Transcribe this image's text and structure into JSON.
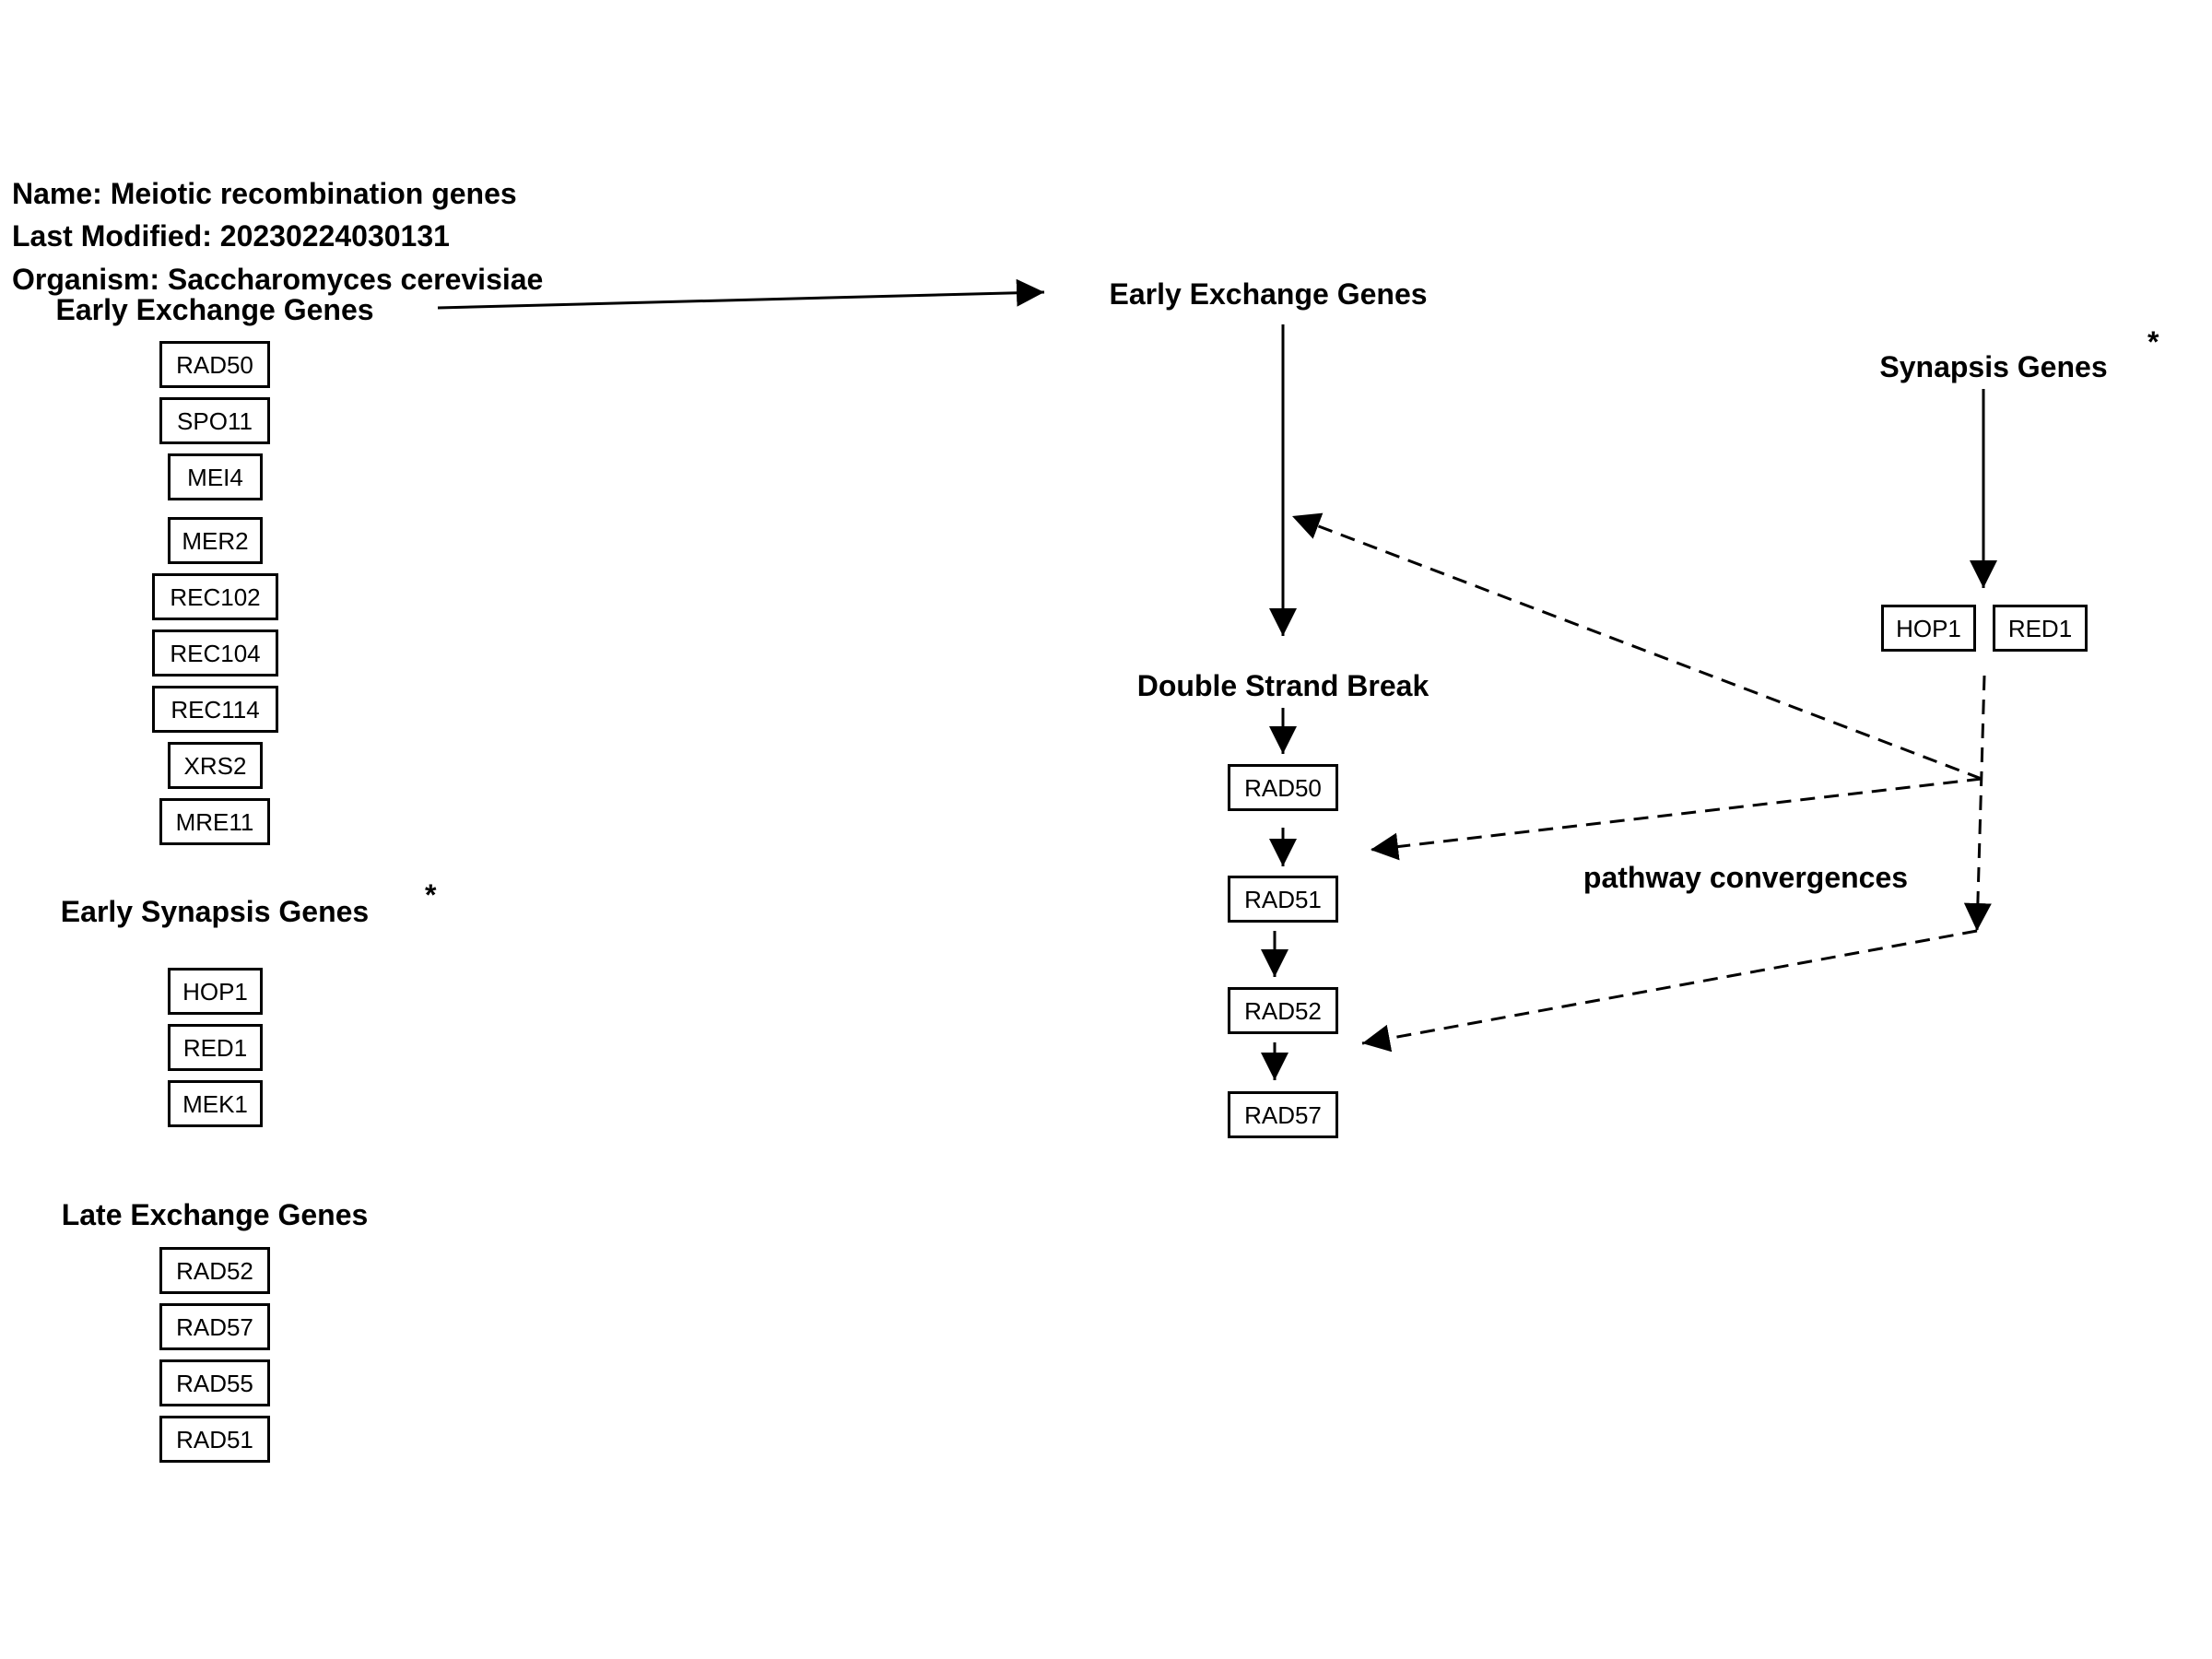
{
  "meta": {
    "name": "Name: Meiotic recombination genes",
    "last_modified": "Last Modified: 20230224030131",
    "organism": "Organism: Saccharomyces cerevisiae"
  },
  "left": {
    "early_exchange": {
      "title": "Early Exchange Genes",
      "genes": [
        "RAD50",
        "SPO11",
        "MEI4",
        "MER2",
        "REC102",
        "REC104",
        "REC114",
        "XRS2",
        "MRE11"
      ]
    },
    "early_synapsis": {
      "title": "Early Synapsis Genes",
      "marker": "*",
      "genes": [
        "HOP1",
        "RED1",
        "MEK1"
      ]
    },
    "late_exchange": {
      "title": "Late Exchange Genes",
      "genes": [
        "RAD52",
        "RAD57",
        "RAD55",
        "RAD51"
      ]
    }
  },
  "pathway": {
    "early_exchange_title": "Early Exchange Genes",
    "synapsis_title": "Synapsis Genes",
    "synapsis_marker": "*",
    "dsb_title": "Double Strand Break",
    "convergence_label": "pathway convergences",
    "chain": [
      "RAD50",
      "RAD51",
      "RAD52",
      "RAD57"
    ],
    "synapsis_genes": [
      "HOP1",
      "RED1"
    ]
  }
}
